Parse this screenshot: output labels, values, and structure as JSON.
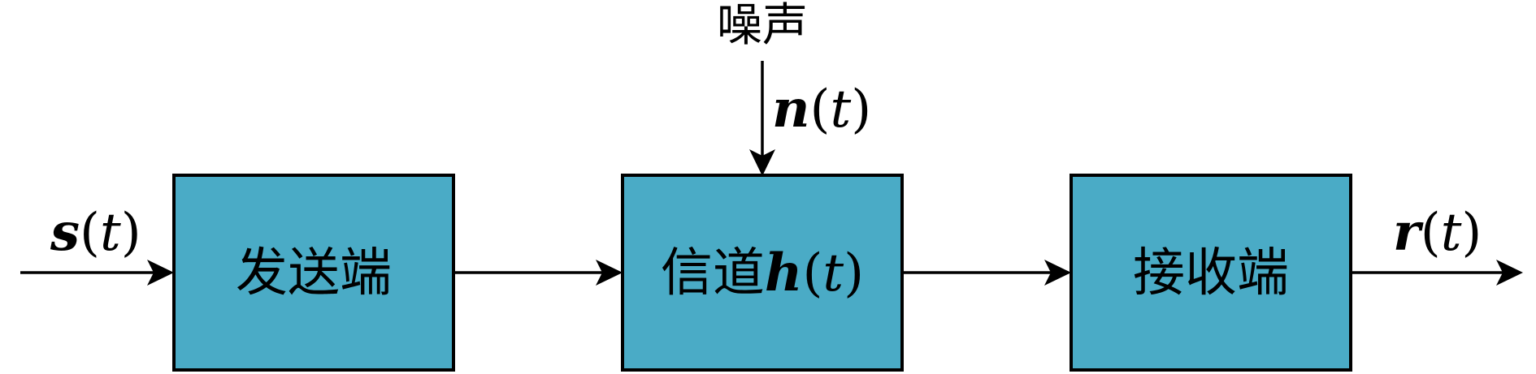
{
  "colors": {
    "block_fill": "#4aabc6",
    "stroke": "#000000"
  },
  "blocks": {
    "transmitter": {
      "label": "发送端"
    },
    "channel": {
      "label": "信道",
      "var": "h",
      "arg": "t"
    },
    "receiver": {
      "label": "接收端"
    }
  },
  "signals": {
    "input": {
      "var": "s",
      "arg": "t"
    },
    "noise": {
      "caption": "噪声",
      "var": "n",
      "arg": "t"
    },
    "output": {
      "var": "r",
      "arg": "t"
    }
  }
}
